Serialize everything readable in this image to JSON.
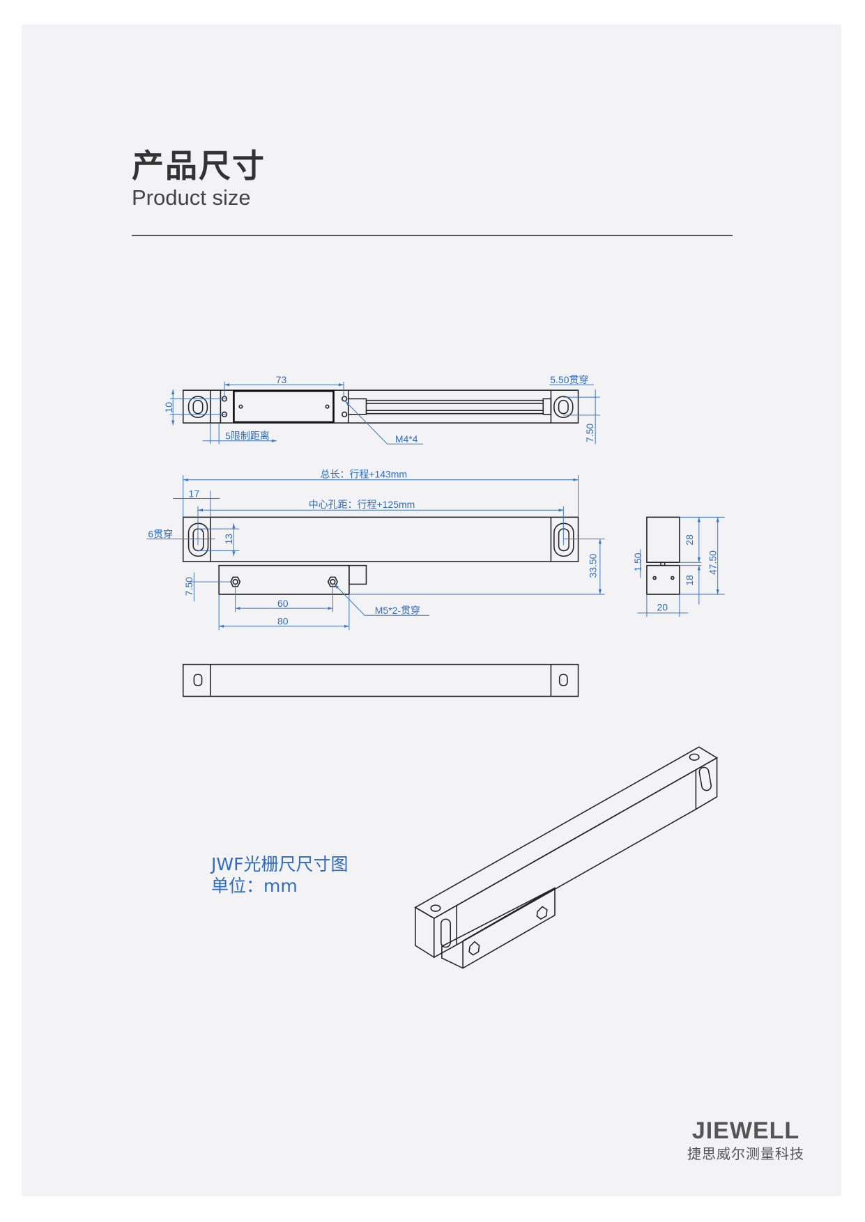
{
  "header": {
    "title_cn": "产品尺寸",
    "title_en": "Product size"
  },
  "top_view": {
    "dim_73": "73",
    "dim_hole": "5.50贯穿",
    "dim_10": "10",
    "dim_limit": "5限制距离",
    "thread": "M4*4",
    "dim_750": "7.50"
  },
  "front_view": {
    "total": "总长：行程+143mm",
    "dim_17": "17",
    "center": "中心孔距：行程+125mm",
    "hole": "6贯穿",
    "dim_13": "13",
    "dim_3350": "33.50",
    "dim_750": "7.50",
    "dim_60": "60",
    "dim_80": "80",
    "thread": "M5*2-贯穿"
  },
  "side_view": {
    "dim_28": "28",
    "dim_4750": "47.50",
    "dim_18": "18",
    "dim_150": "1.50",
    "dim_20": "20"
  },
  "caption": {
    "line1": "JWF光栅尺尺寸图",
    "line2": "单位：mm"
  },
  "brand": {
    "name": "JIEWELL",
    "company": "捷思威尔测量科技"
  },
  "colors": {
    "dimension": "#2f6bbf",
    "panel": "#f3f3f5"
  }
}
